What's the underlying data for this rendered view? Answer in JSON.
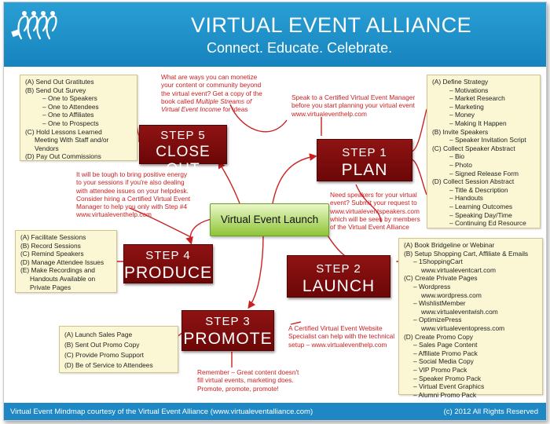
{
  "header": {
    "brand": "VIRTUAL EVENT ALLIANCE",
    "tagline": "Connect. Educate. Celebrate."
  },
  "center": "Virtual Event Launch",
  "steps": [
    {
      "num": "STEP 1",
      "title": "PLAN"
    },
    {
      "num": "STEP 2",
      "title": "LAUNCH"
    },
    {
      "num": "STEP 3",
      "title": "PROMOTE"
    },
    {
      "num": "STEP 4",
      "title": "PRODUCE"
    },
    {
      "num": "STEP 5",
      "title": "CLOSE OUT"
    }
  ],
  "plan_panel": [
    "(A) Define Strategy",
    "– Motivations",
    "– Market Research",
    "– Marketing",
    "– Money",
    "– Making It Happen",
    "(B) Invite Speakers",
    "– Speaker Invitation Script",
    "(C) Collect Speaker Abstract",
    "– Bio",
    "– Photo",
    "– Signed Release Form",
    "(D) Collect Session Abstract",
    "– Title & Description",
    "– Handouts",
    "– Learning Outcomes",
    "– Speaking Day/Time",
    "– Continuing Ed Resource"
  ],
  "launch_panel": [
    "(A) Book Bridgeline or Webinar",
    "(B) Setup Shopping Cart, Affiliate & Emails",
    "– 1ShoppingCart",
    "www.virtualeventcart.com",
    "(C) Create Private Pages",
    "– Wordpress",
    "www.wordpress.com",
    "– WishlistMember",
    "www.virtualeventwish.com",
    "– OptimizePress",
    "www.virtualeventopress.com",
    "(D) Create Promo Copy",
    "– Sales Page Content",
    "– Affiliate Promo Pack",
    "– Social Media Copy",
    "– VIP Promo Pack",
    "– Speaker Promo Pack",
    "– Virtual Event Graphics",
    "– Alumni Promo Pack"
  ],
  "promote_panel": [
    "(A) Launch Sales Page",
    "(B) Sent Out Promo Copy",
    "(C) Provide Promo Support",
    "(D) Be of Service to Attendees"
  ],
  "produce_panel": [
    "(A) Facilitate Sessions",
    "(B) Record Sessions",
    "(C) Remind Speakers",
    "(D) Manage Attendee Issues",
    "(E) Make Recordings and",
    "Handouts Available on",
    "Private Pages"
  ],
  "closeout_panel": [
    "(A) Send Out Gratitutes",
    "(B) Send Out Survey",
    "– One to Speakers",
    "– One to Attendees",
    "– One to Affiliates",
    "– One to Prospects",
    "(C) Hold Lessons Learned",
    "Meeting With Staff and/or",
    "Vendors",
    "(D) Pay Out Commissions"
  ],
  "notes": {
    "top": [
      "What are ways you can monetize",
      "your content or community beyond",
      "the virtual event? Get a copy of the",
      "book called",
      "Multiple Streams of",
      "Virtual Event Income",
      " for ideas"
    ],
    "plan": [
      "Speak to a Certified Virtual Event Manager",
      "before you start planning your virtual event",
      "www.virtualeventhelp.com"
    ],
    "speakers": [
      "Need speakers for your virtual",
      "event? Submit your request to",
      "www.virtualeventspeakers.com",
      "which will be seen by members",
      "of the Virtual Event Alliance"
    ],
    "helpdesk": [
      "It will be tough to bring positive energy",
      "to your sessions if you're also dealing",
      "with attendee issues on your helpdesk.",
      "Consider hiring a Certified Virtual Event",
      "Manager to help you only with Step #4",
      "www.virtualeventhelp.com"
    ],
    "website": [
      "A Certified Virtual Event Website",
      "Specialist can help with the technical",
      "setup – www.virtualeventhelp.com"
    ],
    "remember": [
      "Remember – Great content doesn't",
      "fill virtual events, marketing does.",
      "Promote, promote, promote!"
    ]
  },
  "footer": {
    "left": "Virtual Event Mindmap courtesy of the Virtual Event Alliance (www.virtualeventalliance.com)",
    "right": "(c) 2012 All Rights Reserved"
  },
  "colors": {
    "header_blue": "#1d88c4",
    "step_red": "#7a0b0b",
    "note_red": "#cc2020",
    "center_green": "#8ec437",
    "panel_yellow": "#fbf7d4"
  }
}
